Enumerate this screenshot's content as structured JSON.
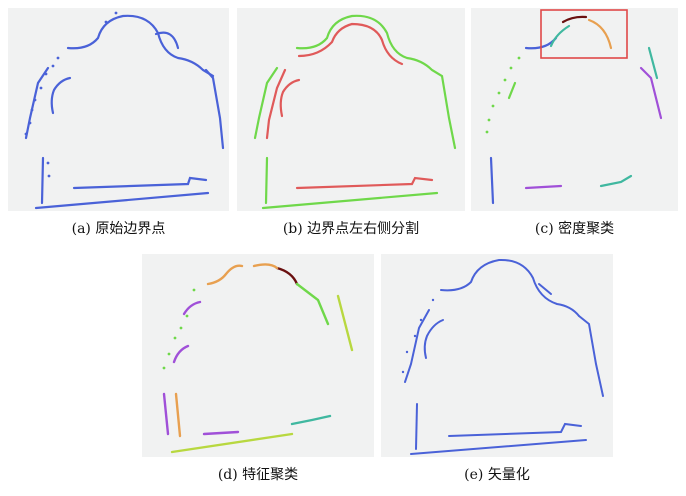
{
  "figure": {
    "panels": [
      {
        "id": "a",
        "caption": "(a) 原始边界点"
      },
      {
        "id": "b",
        "caption": "(b) 边界点左右侧分割"
      },
      {
        "id": "c",
        "caption": "(c) 密度聚类"
      },
      {
        "id": "d",
        "caption": "(d) 特征聚类"
      },
      {
        "id": "e",
        "caption": "(e) 矢量化"
      }
    ],
    "colors": {
      "background": "#f1f2f2",
      "boundary": "#4a62d8",
      "left_side": "#e05a5a",
      "right_side": "#6fd84a",
      "highlight_box": "#e04848",
      "dark_red": "#6a1010",
      "orange": "#e8a050",
      "teal": "#40b8a0",
      "purple": "#a050d8",
      "yellow_green": "#b8d840"
    }
  }
}
